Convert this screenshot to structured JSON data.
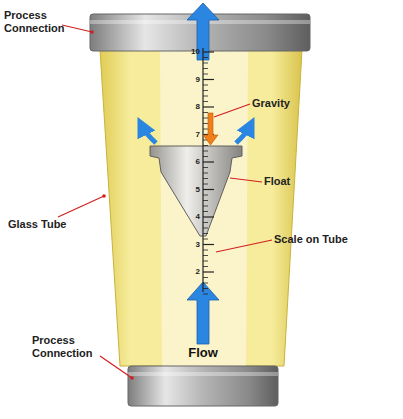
{
  "diagram": {
    "labels": [
      "Process Connection",
      "Gravity",
      "10",
      "9",
      "8",
      "7",
      "6",
      "5",
      "4",
      "3",
      "2",
      "Float",
      "Glass Tube",
      "Scale on Tube",
      "Flow",
      "Process Connection"
    ]
  }
}
